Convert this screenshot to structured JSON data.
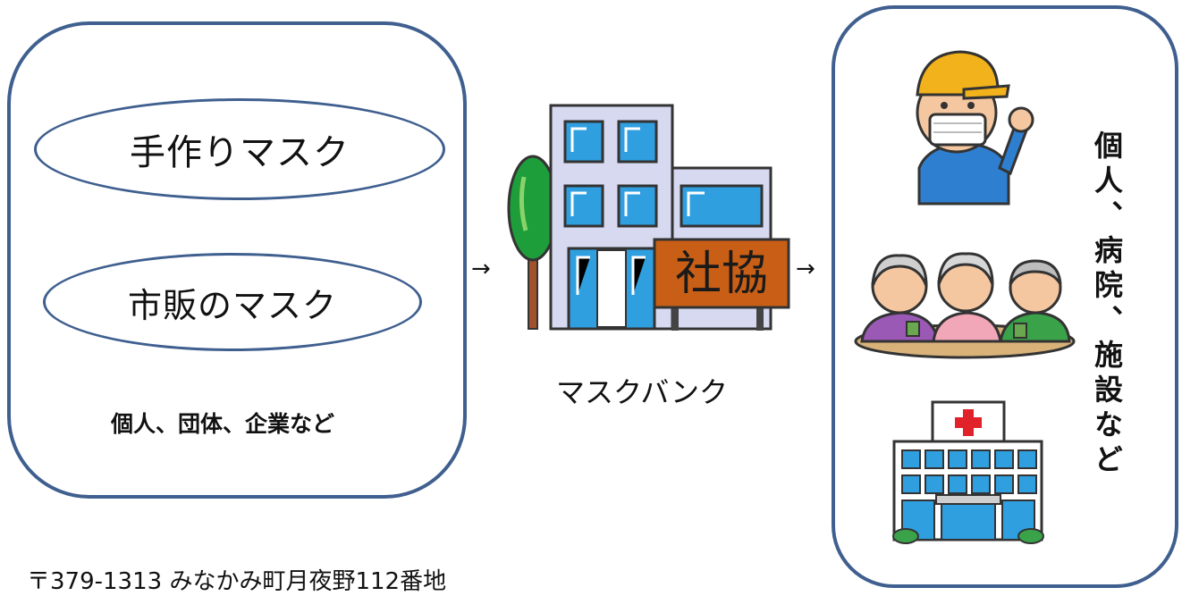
{
  "sources": {
    "handmade_mask": "手作りマスク",
    "commercial_mask": "市販のマスク",
    "providers": "個人、団体、企業など"
  },
  "arrows": {
    "to_bank": "→",
    "to_recipients": "→"
  },
  "bank": {
    "sign_text": "社協",
    "caption": "マスクバンク"
  },
  "recipients": {
    "caption": "個人、病院、施設など"
  },
  "address": "〒379-1313 みなかみ町月夜野112番地"
}
